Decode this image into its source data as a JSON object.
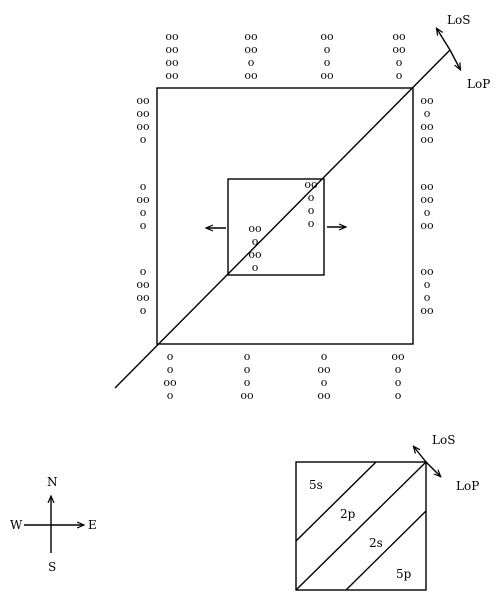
{
  "labels": {
    "los": "LoS",
    "lop": "LoP",
    "inset_los": "LoS",
    "inset_lop": "LoP"
  },
  "compass": {
    "north": "N",
    "south": "S",
    "east": "E",
    "west": "W"
  },
  "inset_zones": [
    "5s",
    "2p",
    "2s",
    "5p"
  ],
  "marks": {
    "top": [
      [
        "oo",
        "oo",
        "oo",
        "oo"
      ],
      [
        "oo",
        "oo",
        "o",
        "oo"
      ],
      [
        "oo",
        "o",
        "o",
        "oo"
      ],
      [
        "oo",
        "oo",
        "o",
        "o"
      ]
    ],
    "right": [
      [
        "oo",
        "o",
        "oo",
        "oo"
      ],
      [
        "oo",
        "oo",
        "o",
        "oo"
      ],
      [
        "oo",
        "o",
        "o",
        "oo"
      ]
    ],
    "left": [
      [
        "oo",
        "oo",
        "oo",
        "o"
      ],
      [
        "o",
        "oo",
        "o",
        "o"
      ],
      [
        "o",
        "oo",
        "oo",
        "o"
      ]
    ],
    "bottom": [
      [
        "o",
        "o",
        "oo",
        "o"
      ],
      [
        "o",
        "o",
        "o",
        "oo"
      ],
      [
        "o",
        "oo",
        "o",
        "oo"
      ],
      [
        "oo",
        "o",
        "o",
        "o"
      ]
    ],
    "inner_right": [
      "oo",
      "o",
      "o",
      "o"
    ],
    "inner_center": [
      "oo",
      "o",
      "oo",
      "o"
    ]
  }
}
